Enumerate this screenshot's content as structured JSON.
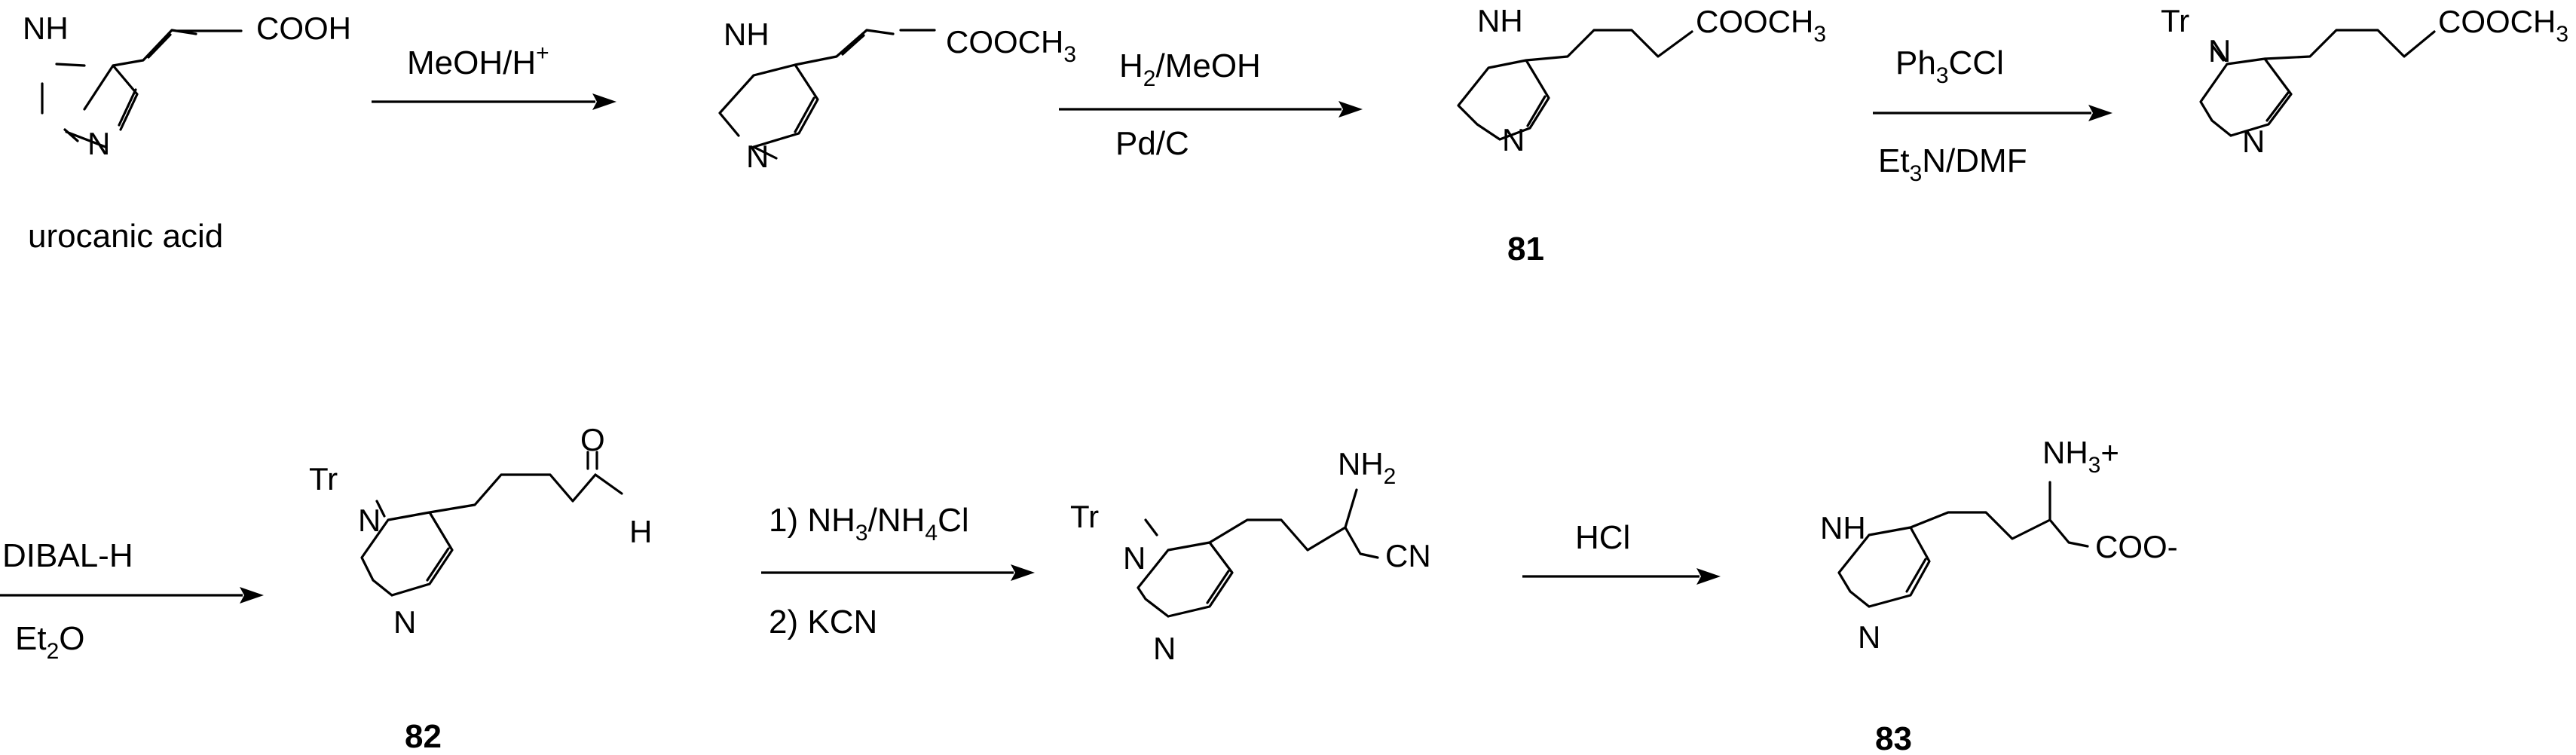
{
  "atoms": {
    "nh": "NH",
    "h": "H",
    "n": "N",
    "tr": "Tr",
    "o": "O",
    "nh2_main": "NH",
    "nh2_sub": "2",
    "nh3_main": "NH",
    "nh3_sub": "3",
    "nh3_charge": "+",
    "cn": "CN",
    "cooh": "COOH",
    "cooch3_main": "COOCH",
    "cooch3_sub": "3",
    "coo_minus": "COO-"
  },
  "compounds": {
    "c1": "urocanic acid",
    "c81": "81",
    "c82": "82",
    "c83": "83"
  },
  "reagents": {
    "r1_above_main": "MeOH/H",
    "r1_above_sup": "+",
    "r2_above_a": "H",
    "r2_above_sub": "2",
    "r2_above_b": "/MeOH",
    "r2_below": "Pd/C",
    "r3_above_a": "Ph",
    "r3_above_sub": "3",
    "r3_above_b": "CCl",
    "r3_below_a": "Et",
    "r3_below_sub": "3",
    "r3_below_b": "N/DMF",
    "r4_above": "DIBAL-H",
    "r4_below_a": "Et",
    "r4_below_sub": "2",
    "r4_below_b": "O",
    "r5_above_a": "1) NH",
    "r5_above_sub1": "3",
    "r5_above_b": "/NH",
    "r5_above_sub2": "4",
    "r5_above_c": "Cl",
    "r5_below": "2) KCN",
    "r6_above": "HCl"
  }
}
